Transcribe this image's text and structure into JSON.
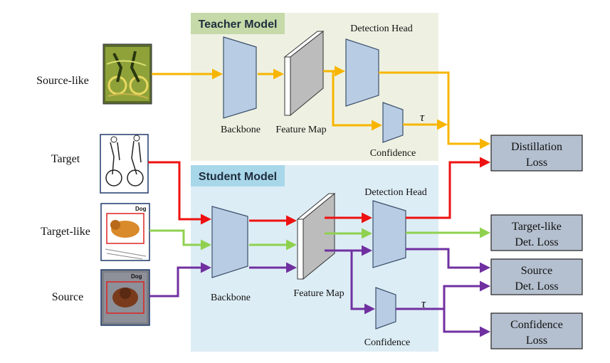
{
  "regions": {
    "teacher": {
      "title": "Teacher Model",
      "bg": "#eef1e2",
      "title_bg": "#c5daa8"
    },
    "student": {
      "title": "Student Model",
      "bg": "#ddedf5",
      "title_bg": "#a9d7ea"
    }
  },
  "inputs": {
    "source_like": "Source-like",
    "target": "Target",
    "target_like": "Target-like",
    "source": "Source",
    "dog_tag": "Dog"
  },
  "teacher": {
    "backbone": "Backbone",
    "feature_map": "Feature Map",
    "detection_head": "Detection Head",
    "confidence": "Confidence",
    "tau": "τ"
  },
  "student": {
    "backbone": "Backbone",
    "feature_map": "Feature Map",
    "detection_head": "Detection Head",
    "confidence": "Confidence",
    "tau": "τ"
  },
  "losses": {
    "distillation": [
      "Distillation",
      "Loss"
    ],
    "target_like": [
      "Target-like",
      "Det. Loss"
    ],
    "source": [
      "Source",
      "Det. Loss"
    ],
    "confidence": [
      "Confidence",
      "Loss"
    ]
  },
  "colors": {
    "orange": "#f7b500",
    "red": "#ee1111",
    "green": "#8fd14f",
    "purple": "#7030a0",
    "block_fill": "#b8cce4",
    "block_stroke": "#3b4f6b",
    "loss_fill": "#b4bfcf"
  }
}
